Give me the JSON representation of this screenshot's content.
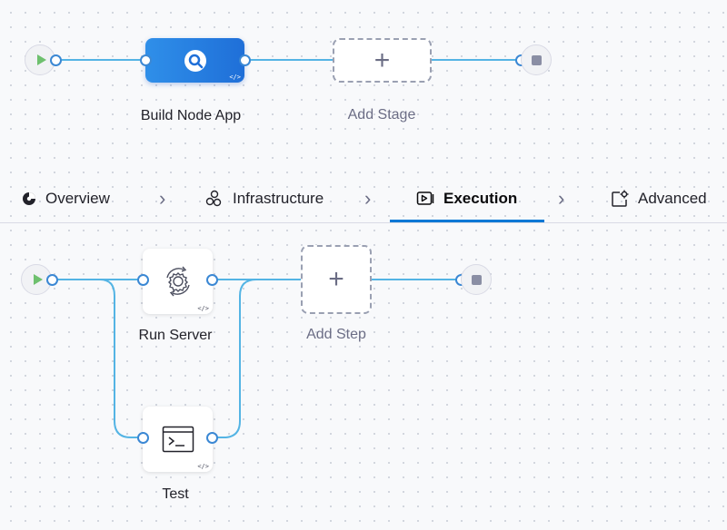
{
  "pipeline": {
    "stage": {
      "name": "Build Node App",
      "icon": "ci-stage-icon",
      "code_tag": "</>"
    },
    "add_stage": {
      "label": "Add Stage",
      "symbol": "+"
    }
  },
  "tabs": [
    {
      "label": "Overview",
      "icon": "overview-icon"
    },
    {
      "label": "Infrastructure",
      "icon": "infrastructure-icon"
    },
    {
      "label": "Execution",
      "icon": "execution-icon",
      "active": true
    },
    {
      "label": "Advanced",
      "icon": "advanced-gear-icon"
    }
  ],
  "tab_separator": "›",
  "execution": {
    "steps": [
      {
        "name": "Run Server",
        "icon": "gear-sync-icon",
        "code_tag": "</>"
      },
      {
        "name": "Test",
        "icon": "terminal-icon",
        "code_tag": "</>"
      }
    ],
    "add_step": {
      "label": "Add Step",
      "symbol": "+"
    }
  },
  "colors": {
    "accent": "#0278d5",
    "wire": "#54b4e4",
    "stage_gradient_start": "#2f8fe9",
    "stage_gradient_end": "#1f6fd8",
    "start_green": "#6ec06e"
  }
}
